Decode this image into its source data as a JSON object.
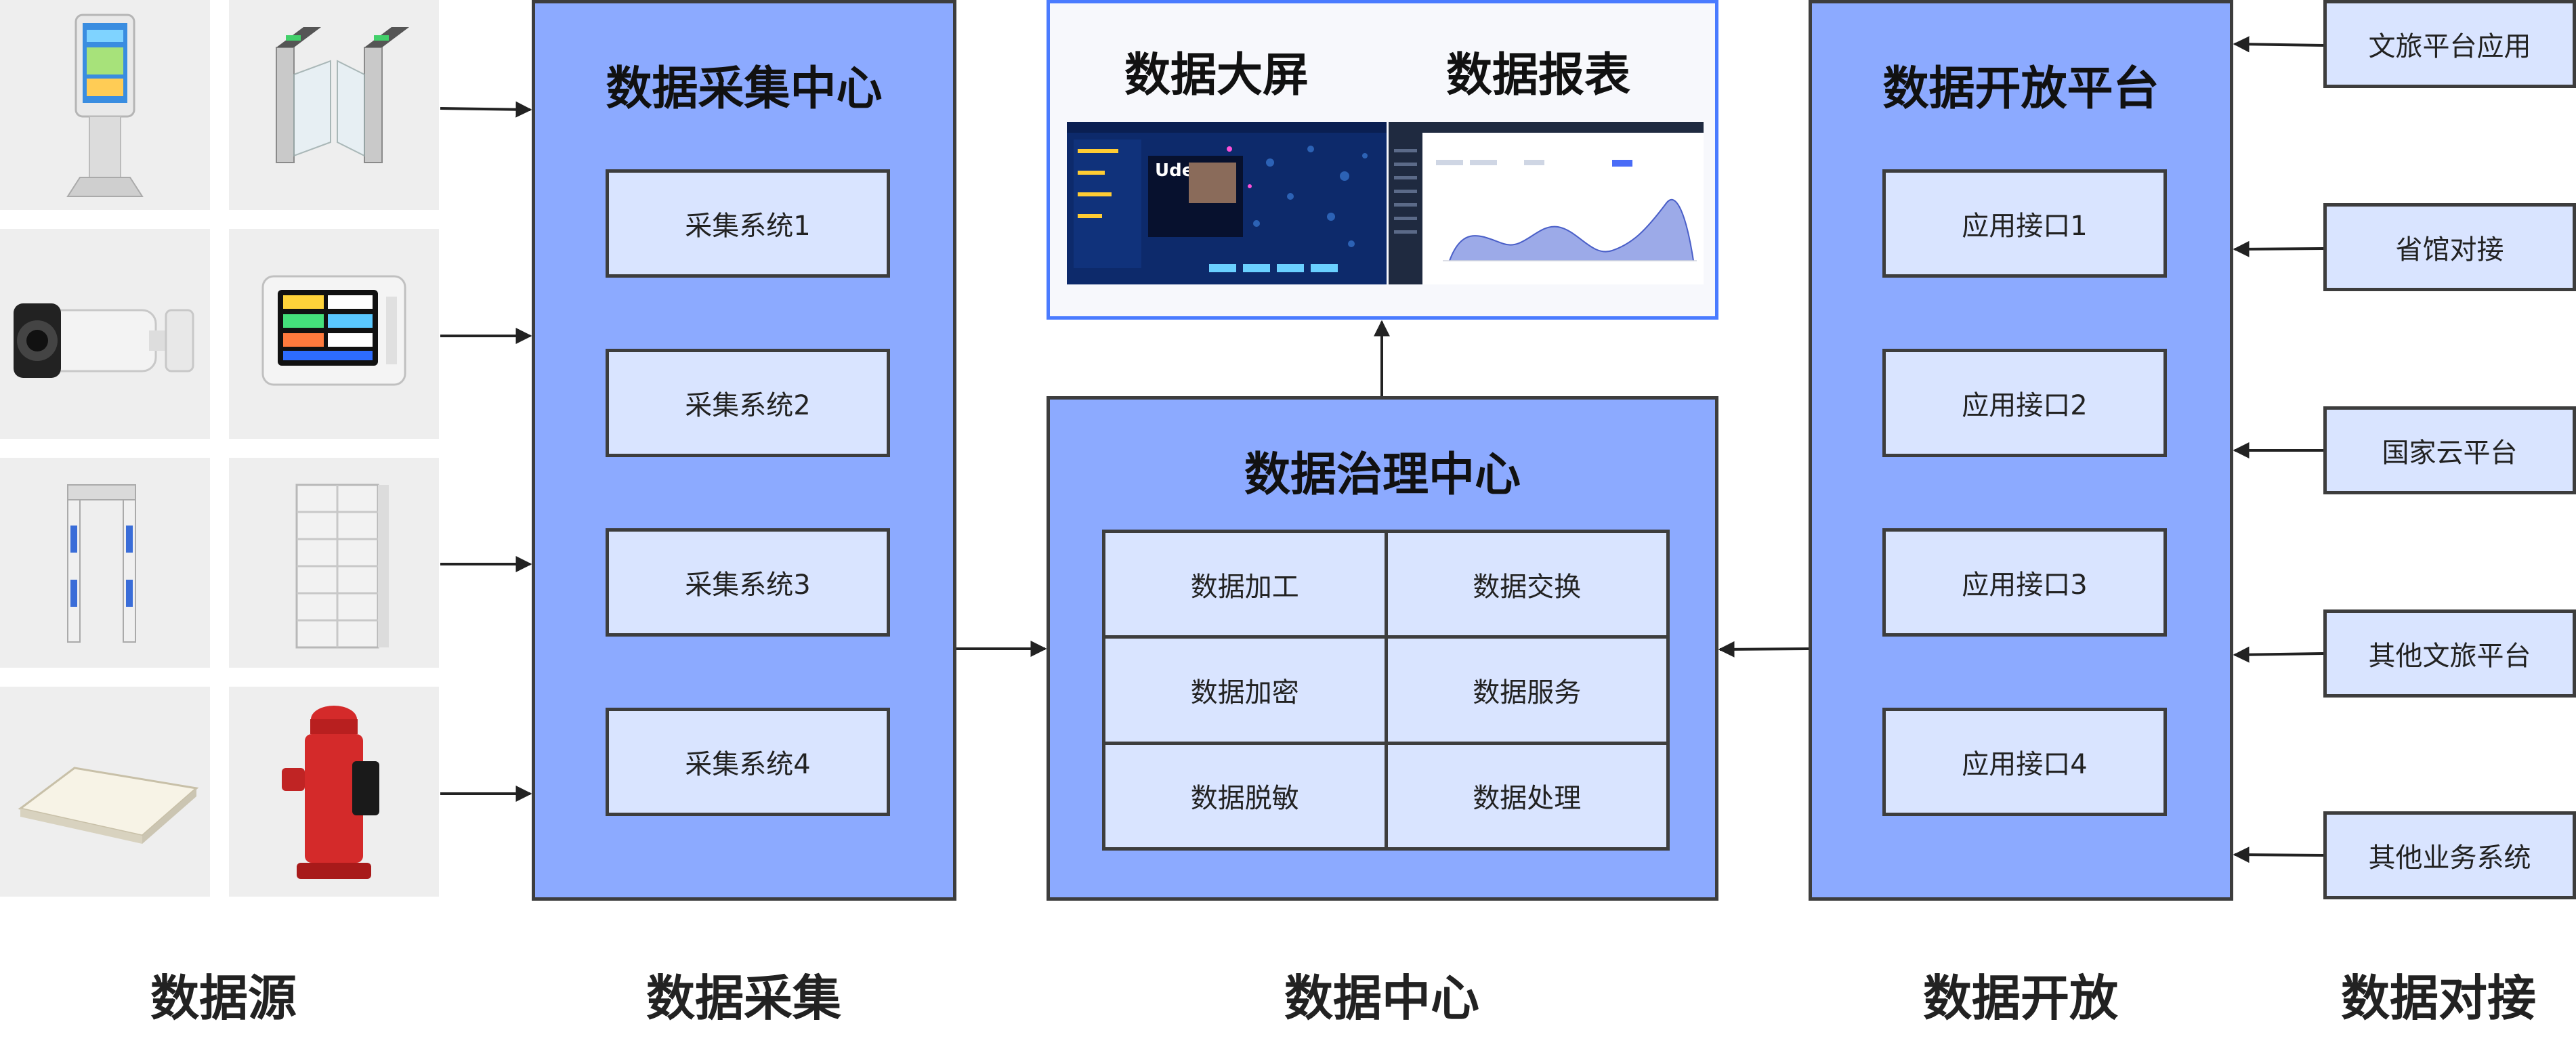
{
  "columns": {
    "source": "数据源",
    "collect": "数据采集",
    "center": "数据中心",
    "open": "数据开放",
    "dock": "数据对接"
  },
  "collection": {
    "title": "数据采集中心",
    "systems": [
      "采集系统1",
      "采集系统2",
      "采集系统3",
      "采集系统4"
    ]
  },
  "display": {
    "dashboard_title": "数据大屏",
    "report_title": "数据报表"
  },
  "governance": {
    "title": "数据治理中心",
    "cells": [
      "数据加工",
      "数据交换",
      "数据加密",
      "数据服务",
      "数据脱敏",
      "数据处理"
    ]
  },
  "open_platform": {
    "title": "数据开放平台",
    "apis": [
      "应用接口1",
      "应用接口2",
      "应用接口3",
      "应用接口4"
    ]
  },
  "integrations": [
    "文旅平台应用",
    "省馆对接",
    "国家云平台",
    "其他文旅平台",
    "其他业务系统"
  ],
  "screenshot_text": {
    "dashboard_logo": "Ude"
  },
  "devices": [
    {
      "icon": "kiosk-icon"
    },
    {
      "icon": "turnstile-gate-icon"
    },
    {
      "icon": "security-camera-icon"
    },
    {
      "icon": "environment-monitor-icon"
    },
    {
      "icon": "walkthrough-metal-detector-icon"
    },
    {
      "icon": "storage-locker-icon"
    },
    {
      "icon": "ceiling-panel-light-icon"
    },
    {
      "icon": "fire-hydrant-icon"
    }
  ],
  "colors": {
    "panel": "#8caaff",
    "box": "#d9e4ff",
    "border": "#3d3d3d",
    "display_border": "#4a7bff"
  }
}
